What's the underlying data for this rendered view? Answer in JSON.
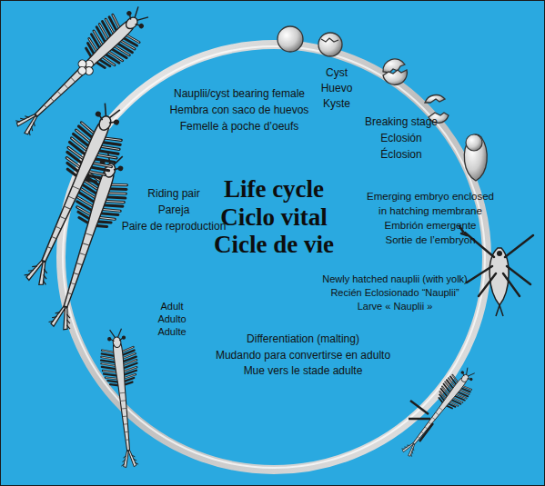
{
  "diagram": {
    "labels": [
      "Life cycle",
      "Ciclo vital",
      "Cicle de vie",
      "Cyst",
      "Huevo",
      "Kyste",
      "Breaking stage",
      "Eclosión",
      "Éclosion",
      "Emerging embryo enclosed",
      "in hatching membrane",
      "Embrión emergente",
      "Sortie de l’embryon",
      "Newly hatched nauplii (with yolk)",
      "Recién Eclosionado “Nauplii”",
      "Larve « Nauplii »",
      "Differentiation (malting)",
      "Mudando para convertirse en adulto",
      "Mue vers le stade adulte",
      "Adult",
      "Adulto",
      "Adulte",
      "Riding pair",
      "Pareja",
      "Paire de reproduction",
      "Nauplii/cyst bearing female",
      "Hembra con saco de huevos",
      "Femelle à poche d’oeufs"
    ]
  }
}
